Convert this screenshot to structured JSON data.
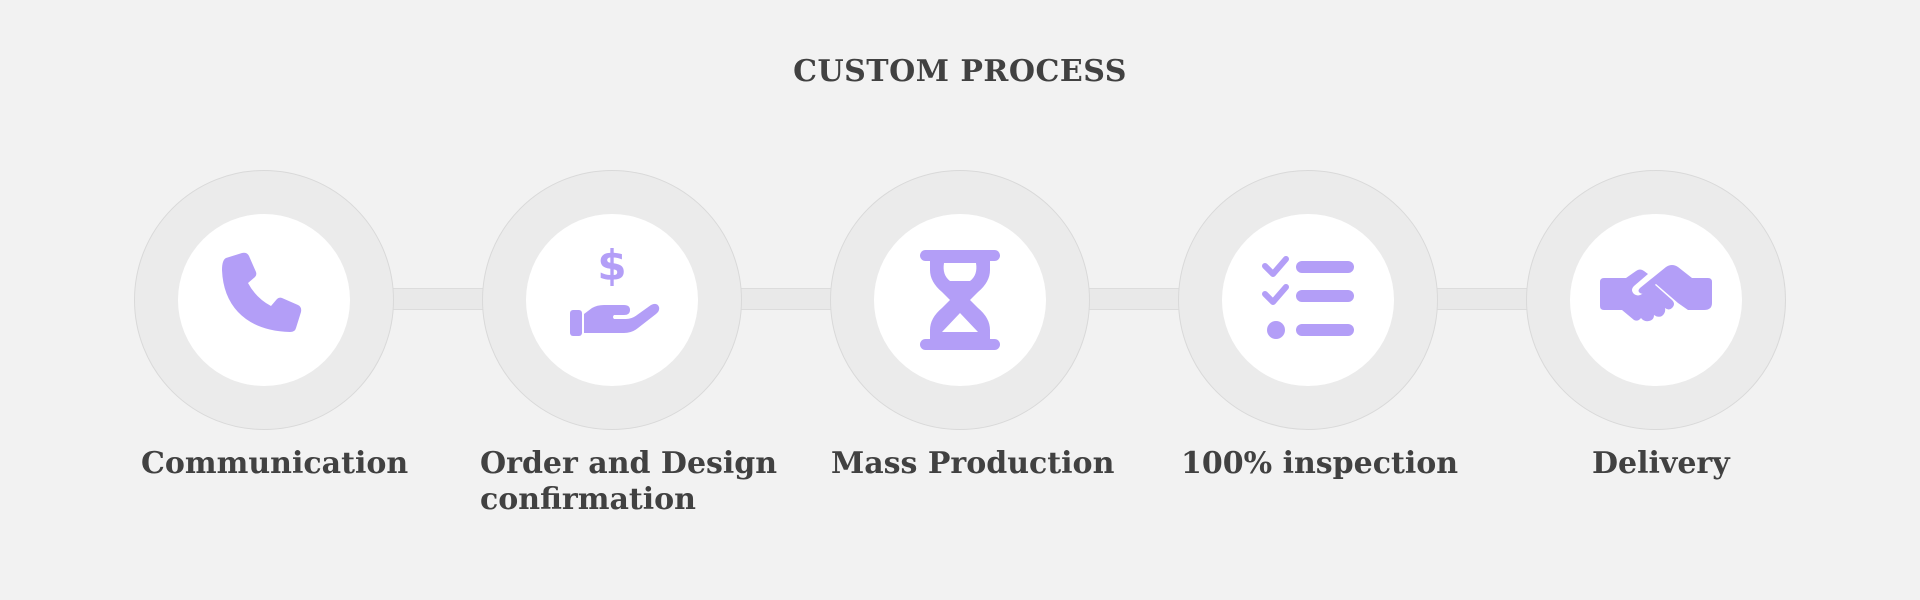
{
  "title": "CUSTOM PROCESS",
  "accent_color": "#b39ef7",
  "steps": [
    {
      "icon": "phone-icon",
      "label": "Communication"
    },
    {
      "icon": "hand-dollar-icon",
      "label_line1": "Order and Design",
      "label_line2": "confirmation"
    },
    {
      "icon": "hourglass-icon",
      "label": "Mass Production"
    },
    {
      "icon": "checklist-icon",
      "label": "100% inspection"
    },
    {
      "icon": "handshake-icon",
      "label": "Delivery"
    }
  ]
}
